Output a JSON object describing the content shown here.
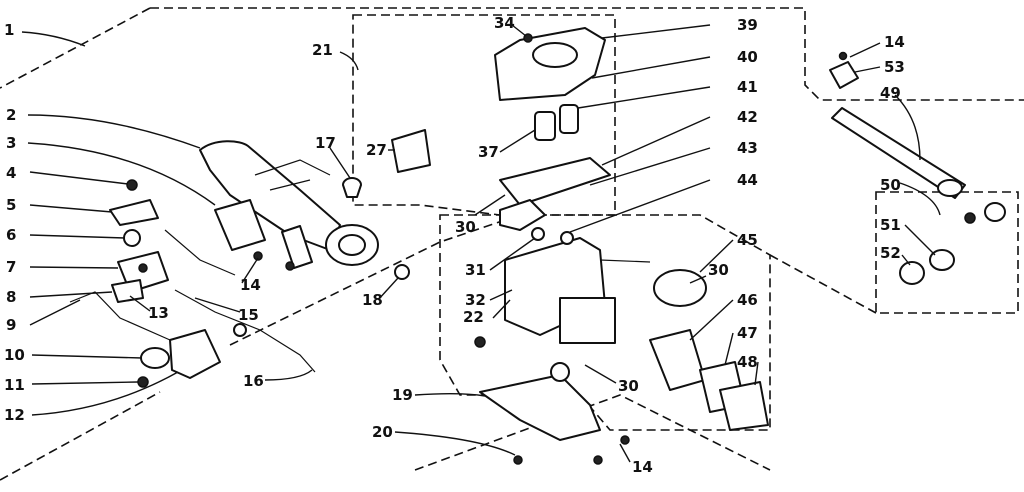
{
  "callouts": [
    {
      "id": "c1",
      "text": "1"
    },
    {
      "id": "c2",
      "text": "2"
    },
    {
      "id": "c3",
      "text": "3"
    },
    {
      "id": "c4",
      "text": "4"
    },
    {
      "id": "c5",
      "text": "5"
    },
    {
      "id": "c6",
      "text": "6"
    },
    {
      "id": "c7",
      "text": "7"
    },
    {
      "id": "c8",
      "text": "8"
    },
    {
      "id": "c9",
      "text": "9"
    },
    {
      "id": "c10",
      "text": "10"
    },
    {
      "id": "c11",
      "text": "11"
    },
    {
      "id": "c12",
      "text": "12"
    },
    {
      "id": "c13",
      "text": "13"
    },
    {
      "id": "c14a",
      "text": "14"
    },
    {
      "id": "c15",
      "text": "15"
    },
    {
      "id": "c16",
      "text": "16"
    },
    {
      "id": "c17",
      "text": "17"
    },
    {
      "id": "c18",
      "text": "18"
    },
    {
      "id": "c19",
      "text": "19"
    },
    {
      "id": "c20",
      "text": "20"
    },
    {
      "id": "c14b",
      "text": "14"
    },
    {
      "id": "c21",
      "text": "21"
    },
    {
      "id": "c22",
      "text": "22"
    },
    {
      "id": "c27",
      "text": "27"
    },
    {
      "id": "c30a",
      "text": "30"
    },
    {
      "id": "c30b",
      "text": "30"
    },
    {
      "id": "c30c",
      "text": "30"
    },
    {
      "id": "c31",
      "text": "31"
    },
    {
      "id": "c32",
      "text": "32"
    },
    {
      "id": "c34",
      "text": "34"
    },
    {
      "id": "c37",
      "text": "37"
    },
    {
      "id": "c39",
      "text": "39"
    },
    {
      "id": "c40",
      "text": "40"
    },
    {
      "id": "c41",
      "text": "41"
    },
    {
      "id": "c42",
      "text": "42"
    },
    {
      "id": "c43",
      "text": "43"
    },
    {
      "id": "c44",
      "text": "44"
    },
    {
      "id": "c45",
      "text": "45"
    },
    {
      "id": "c46",
      "text": "46"
    },
    {
      "id": "c47",
      "text": "47"
    },
    {
      "id": "c48",
      "text": "48"
    },
    {
      "id": "c14c",
      "text": "14"
    },
    {
      "id": "c53",
      "text": "53"
    },
    {
      "id": "c49",
      "text": "49"
    },
    {
      "id": "c50",
      "text": "50"
    },
    {
      "id": "c51",
      "text": "51"
    },
    {
      "id": "c52",
      "text": "52"
    }
  ]
}
